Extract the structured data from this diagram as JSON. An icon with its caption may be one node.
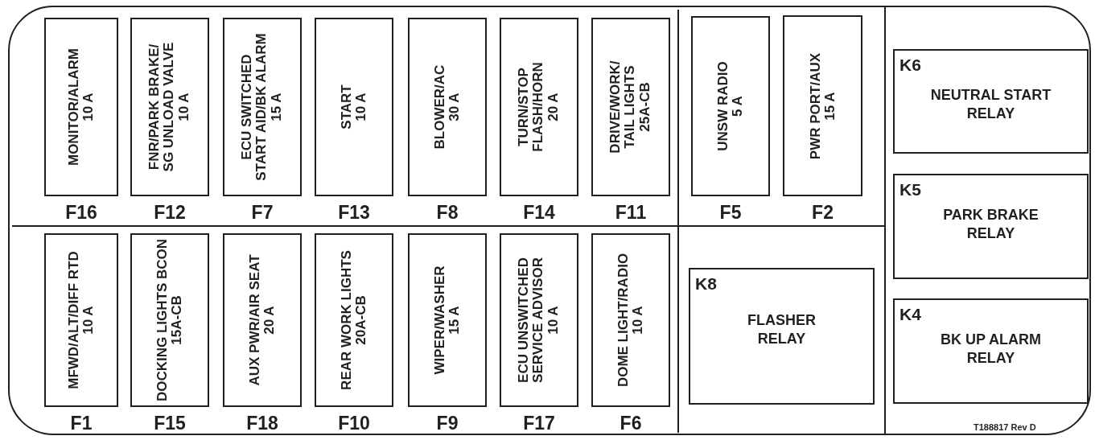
{
  "diagram": {
    "nodes": [
      {
        "text": [
          "MONITOR/ALARM",
          "10 A",
          "F16"
        ]
      },
      {
        "text": [
          "FNR/PARK BRAKE/ SG UNLOAD VALVE",
          "10 A",
          "F12"
        ]
      },
      {
        "text": [
          "ECU SWITCHED START AID/BK ALARM",
          "15 A",
          "F7"
        ]
      },
      {
        "text": [
          "START",
          "10 A",
          "F13"
        ]
      },
      {
        "text": [
          "BLOWER/AC",
          "30 A",
          "F8"
        ]
      },
      {
        "text": [
          "TURN/STOP FLASH/HORN",
          "20 A",
          "F14"
        ]
      },
      {
        "text": [
          "DRIVE/WORK/ TAIL LIGHTS",
          "25A-CB",
          "F11"
        ]
      },
      {
        "text": [
          "UNSW RADIO",
          "5 A",
          "F5"
        ]
      },
      {
        "text": [
          "PWR PORT/AUX",
          "15 A",
          "F2"
        ]
      },
      {
        "text": [
          "K6",
          "NEUTRAL START RELAY"
        ]
      },
      {
        "text": [
          "K5",
          "PARK BRAKE RELAY"
        ]
      },
      {
        "text": [
          "MFWD/ALT/DIFF RTD",
          "10 A",
          "F1"
        ]
      },
      {
        "text": [
          "DOCKING LIGHTS BCON",
          "15A-CB",
          "F15"
        ]
      },
      {
        "text": [
          "AUX PWR/AIR SEAT",
          "20 A",
          "F18"
        ]
      },
      {
        "text": [
          "REAR WORK LIGHTS",
          "20A-CB",
          "F10"
        ]
      },
      {
        "text": [
          "WIPER/WASHER",
          "15 A",
          "F9"
        ]
      },
      {
        "text": [
          "ECU UNSWITCHED SERVICE ADVISOR",
          "10 A",
          "F17"
        ]
      },
      {
        "text": [
          "DOME LIGHT/RADIO",
          "10 A",
          "F6"
        ]
      },
      {
        "text": [
          "K8",
          "FLASHER RELAY"
        ]
      },
      {
        "text": [
          "K4",
          "BK UP ALARM RELAY"
        ]
      }
    ],
    "labels": [
      "T188817 Rev D"
    ]
  }
}
